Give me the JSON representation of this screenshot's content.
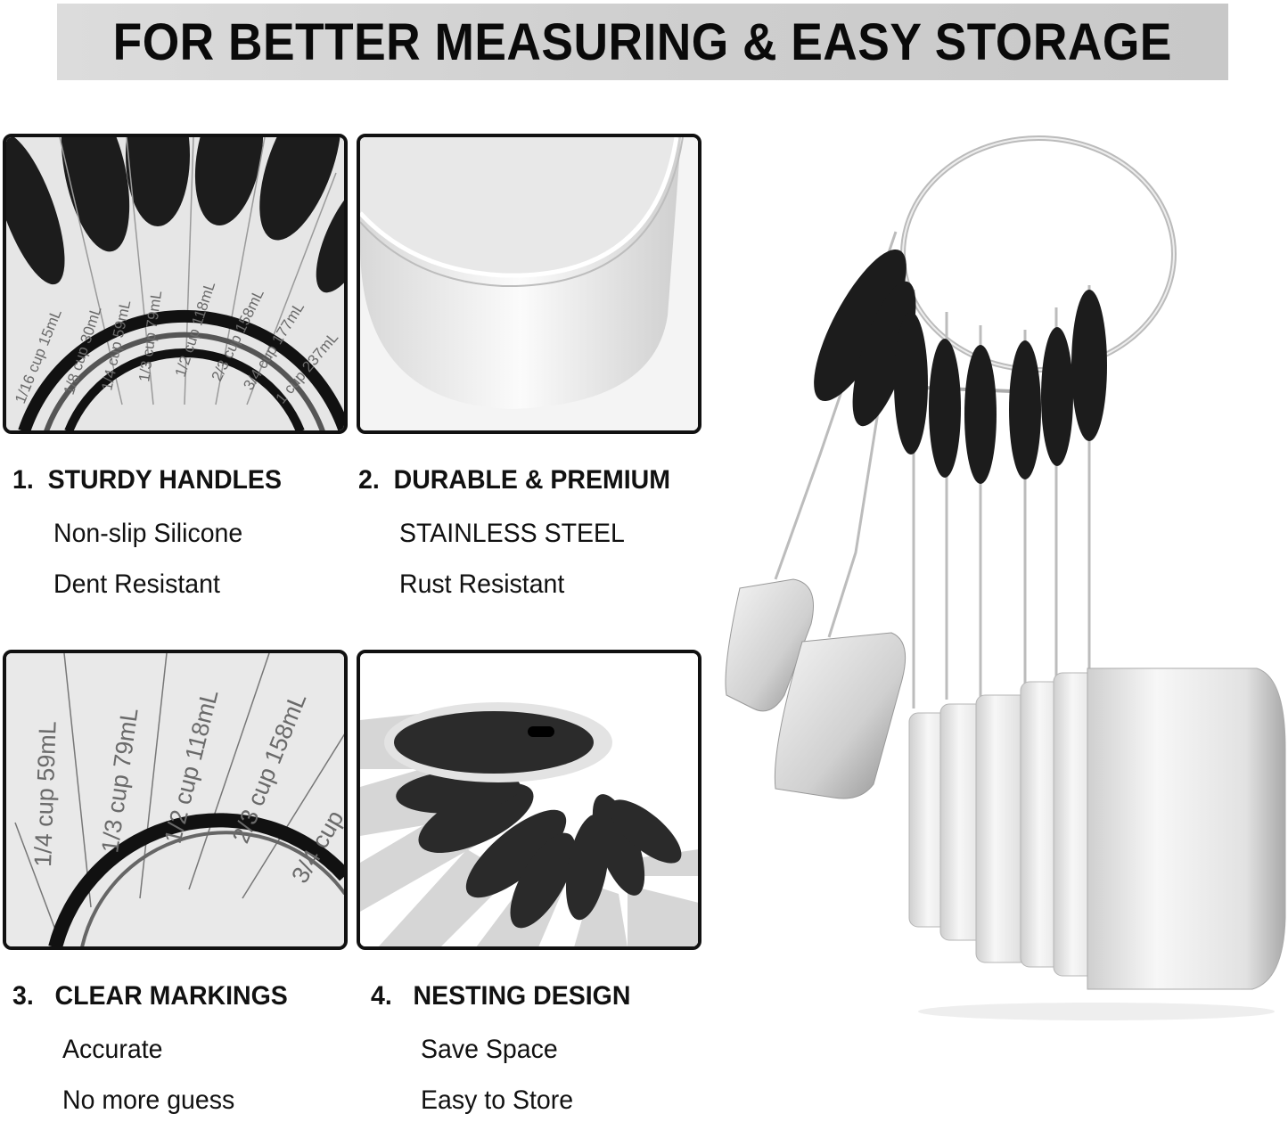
{
  "banner": {
    "title": "FOR BETTER MEASURING & EASY STORAGE"
  },
  "features": [
    {
      "number": "1.",
      "title": "STURDY HANDLES",
      "lines": [
        "Non-slip Silicone",
        "Dent Resistant"
      ]
    },
    {
      "number": "2.",
      "title": "DURABLE & PREMIUM",
      "lines": [
        "STAINLESS STEEL",
        "Rust Resistant"
      ]
    },
    {
      "number": "3.",
      "title": "CLEAR MARKINGS",
      "lines": [
        "Accurate",
        "No more guess"
      ]
    },
    {
      "number": "4.",
      "title": "NESTING DESIGN",
      "lines": [
        "Save Space",
        "Easy to Store"
      ]
    }
  ],
  "panels": {
    "handles": {
      "markings": [
        "1/16 cup 15mL",
        "1/8 cup 30mL",
        "1/4 cup 59mL",
        "1/3 cup 79mL",
        "1/2 cup 118mL",
        "2/3 cup 158mL",
        "3/4 cup 177mL",
        "1 cup 237mL"
      ]
    },
    "markings": {
      "markings": [
        "1/4 cup 59mL",
        "1/3 cup 79mL",
        "1/2 cup 118mL",
        "2/3 cup 158mL",
        "3/4 cup"
      ]
    }
  },
  "colors": {
    "banner_bg": "#d2d2d2",
    "text": "#111111",
    "silicone": "#1e1e1e",
    "steel": "#e4e4e4"
  }
}
